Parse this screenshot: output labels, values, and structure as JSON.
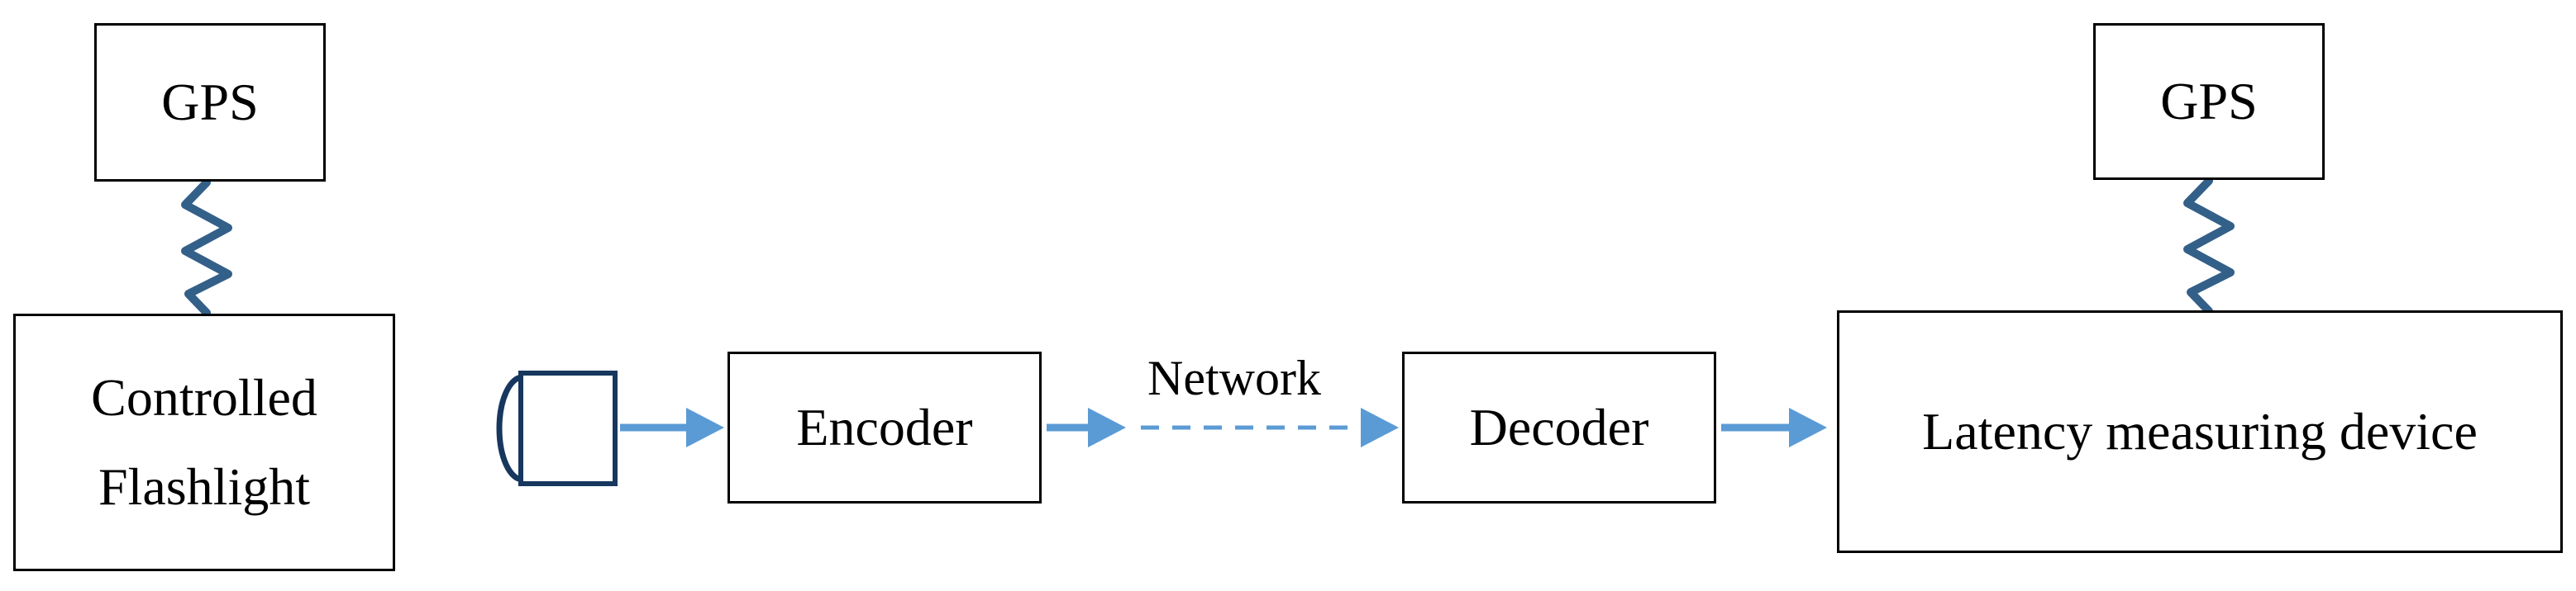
{
  "nodes": {
    "gps_left": "GPS",
    "flashlight_line1": "Controlled",
    "flashlight_line2": "Flashlight",
    "encoder": "Encoder",
    "decoder": "Decoder",
    "latency_device": "Latency measuring device",
    "gps_right": "GPS"
  },
  "labels": {
    "network": "Network"
  },
  "colors": {
    "arrow": "#5B9BD5",
    "squiggle": "#336089",
    "camera_outline": "#17375E",
    "box_border": "#000000",
    "text": "#000000",
    "background": "#FFFFFF"
  }
}
